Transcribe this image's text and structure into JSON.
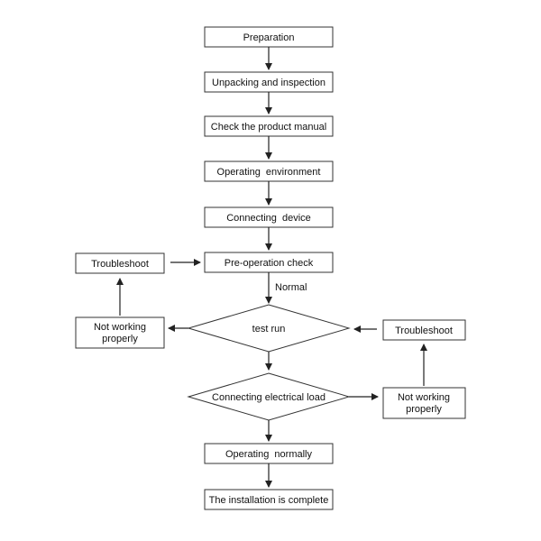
{
  "flowchart": {
    "steps": {
      "preparation": "Preparation",
      "unpacking": "Unpacking and inspection",
      "check_manual": "Check the product manual",
      "operating_environment": "Operating  environment",
      "connecting_device": "Connecting  device",
      "pre_operation_check": "Pre-operation check",
      "test_run": "test run",
      "connecting_load": "Connecting electrical load",
      "operating_normally": "Operating  normally",
      "installation_complete": "The installation is complete"
    },
    "side_nodes": {
      "troubleshoot_left": "Troubleshoot",
      "not_working_left": [
        "Not working",
        "properly"
      ],
      "troubleshoot_right": "Troubleshoot",
      "not_working_right": [
        "Not working",
        "properly"
      ]
    },
    "edge_labels": {
      "normal": "Normal"
    }
  }
}
